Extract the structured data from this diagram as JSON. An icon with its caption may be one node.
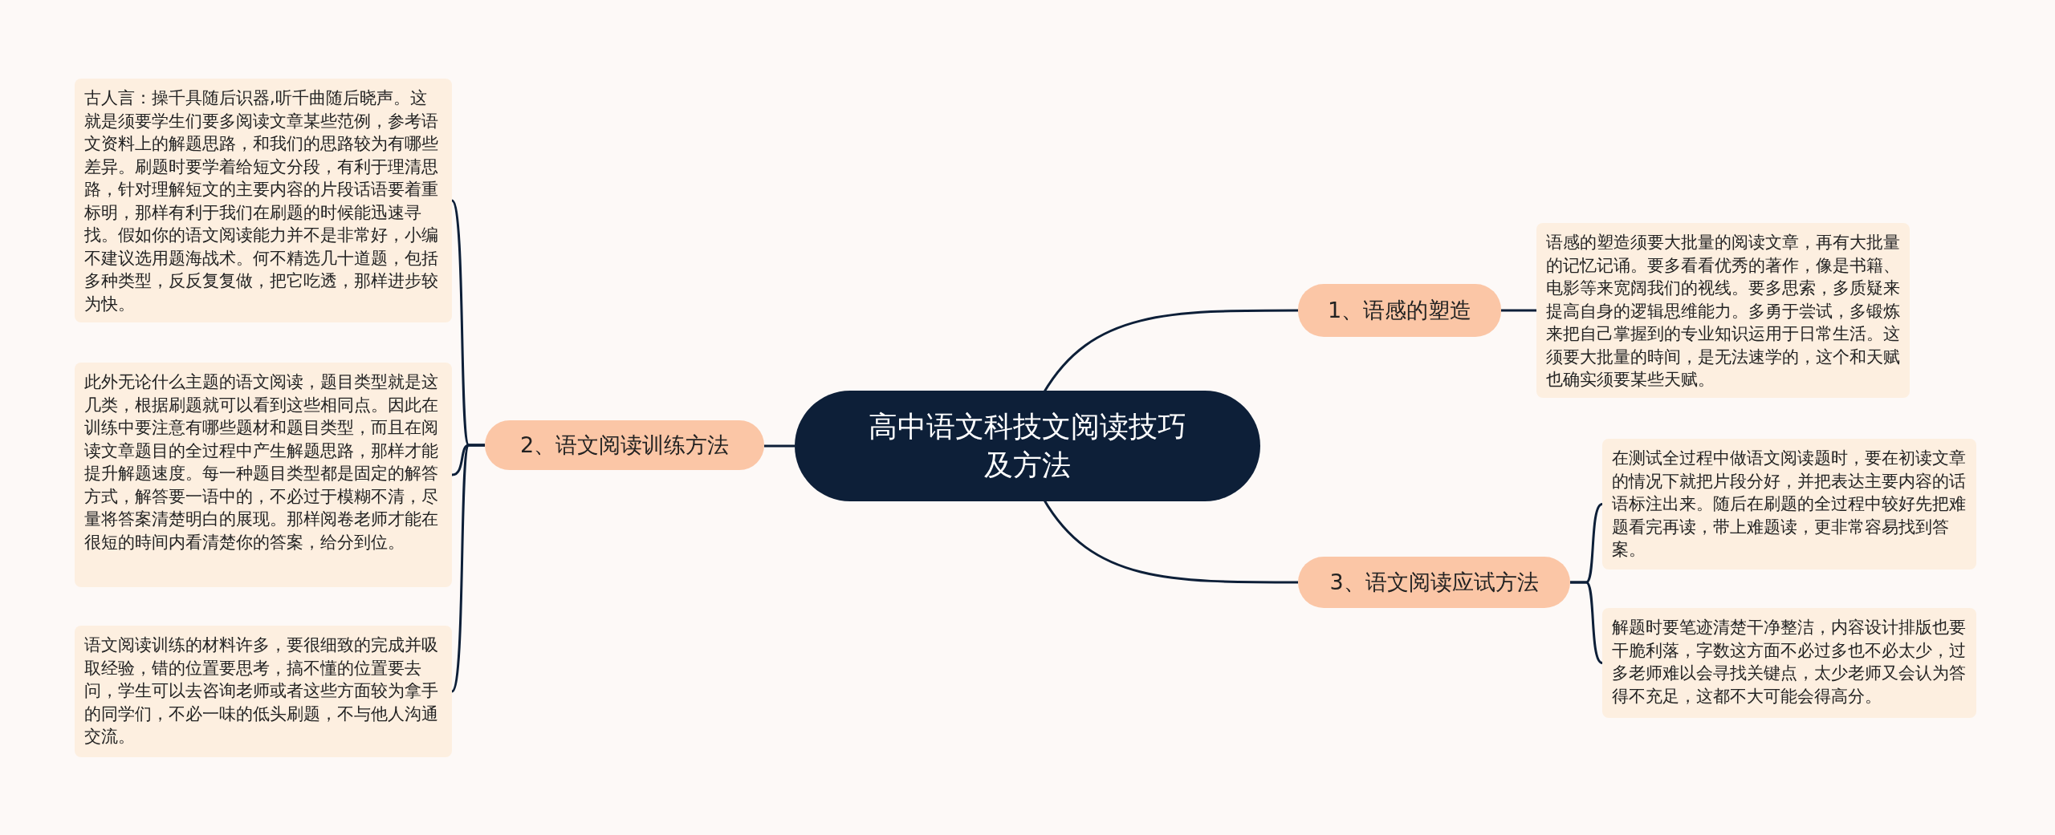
{
  "diagram": {
    "nodes": [
      {
        "text": [
          "高中语文科技文阅读技巧及方法"
        ]
      },
      {
        "text": [
          "1、语感的塑造"
        ]
      },
      {
        "text": [
          "语感的塑造须要大批量的阅读文章，再有大批量的记忆记诵。要多看看优秀的著作，像是书籍、电影等来宽阔我们的视线。要多思索，多质疑来提高自身的逻辑思维能力。多勇于尝试，多锻炼来把自己掌握到的专业知识运用于日常生活。这须要大批量的時间，是无法速学的，这个和天赋也确实须要某些天赋。"
        ]
      },
      {
        "text": [
          "2、语文阅读训练方法"
        ]
      },
      {
        "text": [
          "古人言：操千具随后识器,听千曲随后晓声。这就是须要学生们要多阅读文章某些范例，参考语文资料上的解题思路，和我们的思路较为有哪些差异。刷题时要学着给短文分段，有利于理清思路，针对理解短文的主要内容的片段话语要着重标明，那样有利于我们在刷题的时候能迅速寻找。假如你的语文阅读能力并不是非常好，小编不建议选用题海战术。何不精选几十道题，包括多种类型，反反复复做，把它吃透，那样进步较为快。"
        ]
      },
      {
        "text": [
          "此外无论什么主题的语文阅读，题目类型就是这几类，根据刷题就可以看到这些相同点。因此在训练中要注意有哪些题材和题目类型，而且在阅读文章题目的全过程中产生解题思路，那样才能提升解题速度。每一种题目类型都是固定的解答方式，解答要一语中的，不必过于模糊不清，尽量将答案清楚明白的展现。那样阅卷老师才能在很短的時间内看清楚你的答案，给分到位。"
        ]
      },
      {
        "text": [
          "语文阅读训练的材料许多，要很细致的完成并吸取经验，错的位置要思考，搞不懂的位置要去问，学生可以去咨询老师或者这些方面较为拿手的同学们，不必一味的低头刷题，不与他人沟通交流。"
        ]
      },
      {
        "text": [
          "3、语文阅读应试方法"
        ]
      },
      {
        "text": [
          "在测试全过程中做语文阅读题时，要在初读文章的情况下就把片段分好，并把表达主要内容的话语标注出来。随后在刷题的全过程中较好先把难题看完再读，带上难题读，更非常容易找到答案。"
        ]
      },
      {
        "text": [
          "解题时要笔迹清楚干净整洁，内容设计排版也要干脆利落，字数这方面不必过多也不必太少，过多老师难以会寻找关键点，太少老师又会认为答得不充足，这都不大可能会得高分。"
        ]
      }
    ],
    "edges": [
      {
        "from": 0,
        "to": 1,
        "arrow": "none"
      },
      {
        "from": 1,
        "to": 2,
        "arrow": "none"
      },
      {
        "from": 0,
        "to": 3,
        "arrow": "none"
      },
      {
        "from": 3,
        "to": 4,
        "arrow": "none"
      },
      {
        "from": 3,
        "to": 5,
        "arrow": "none"
      },
      {
        "from": 3,
        "to": 6,
        "arrow": "none"
      },
      {
        "from": 0,
        "to": 7,
        "arrow": "none"
      },
      {
        "from": 7,
        "to": 8,
        "arrow": "none"
      },
      {
        "from": 7,
        "to": 9,
        "arrow": "none"
      }
    ]
  }
}
